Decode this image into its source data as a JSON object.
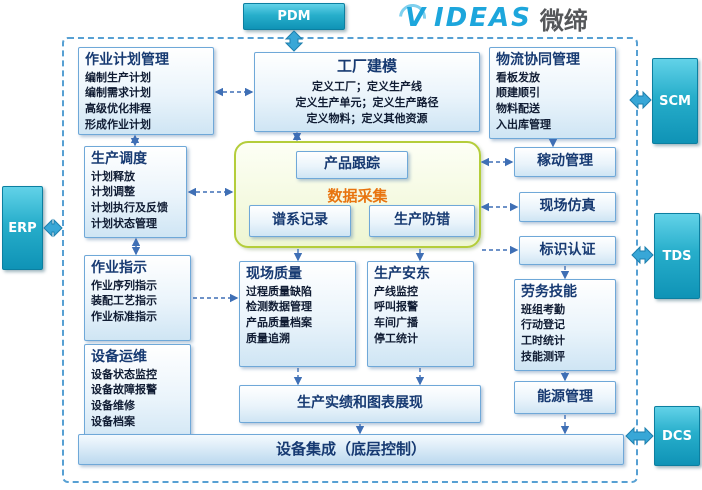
{
  "logo": {
    "brand": "VIDEAS",
    "brand_cn": "微缔"
  },
  "external": {
    "pdm": "PDM",
    "erp": "ERP",
    "scm": "SCM",
    "tds": "TDS",
    "dcs": "DCS"
  },
  "modules": {
    "job_planning": {
      "title": "作业计划管理",
      "items": [
        "编制生产计划",
        "编制需求计划",
        "高级优化排程",
        "形成作业计划"
      ]
    },
    "factory_modeling": {
      "title": "工厂建模",
      "lines": [
        "定义工厂；定义生产线",
        "定义生产单元；定义生产路径",
        "定义物料；定义其他资源"
      ]
    },
    "logistics": {
      "title": "物流协同管理",
      "items": [
        "看板发放",
        "顺建顺引",
        "物料配送",
        "入出库管理"
      ]
    },
    "scheduling": {
      "title": "生产调度",
      "items": [
        "计划释放",
        "计划调整",
        "计划执行及反馈",
        "计划状态管理"
      ]
    },
    "data_collection": {
      "label": "数据采集",
      "product_tracking": "产品跟踪",
      "genealogy": "谱系记录",
      "error_proofing": "生产防错"
    },
    "utilization": {
      "title": "稼动管理"
    },
    "simulation": {
      "title": "现场仿真"
    },
    "identification": {
      "title": "标识认证"
    },
    "job_instruction": {
      "title": "作业指示",
      "items": [
        "作业序列指示",
        "装配工艺指示",
        "作业标准指示"
      ]
    },
    "quality": {
      "title": "现场质量",
      "items": [
        "过程质量缺陷",
        "检测数据管理",
        "产品质量档案",
        "质量追溯"
      ]
    },
    "andon": {
      "title": "生产安东",
      "items": [
        "产线监控",
        "呼叫报警",
        "车间广播",
        "停工统计"
      ]
    },
    "labor": {
      "title": "劳务技能",
      "items": [
        "班组考勤",
        "行动登记",
        "工时统计",
        "技能测评"
      ]
    },
    "equipment": {
      "title": "设备运维",
      "items": [
        "设备状态监控",
        "设备故障报警",
        "设备维修",
        "设备档案"
      ]
    },
    "performance": {
      "title": "生产实绩和图表展现"
    },
    "energy": {
      "title": "能源管理"
    },
    "integration": {
      "title": "设备集成（底层控制）"
    }
  },
  "colors": {
    "teal": "#18a7c9",
    "box_border": "#6fa8d8",
    "green_border": "#b4cd3a",
    "orange_accent": "#e8740f",
    "dashed_blue": "#3f6fb5",
    "title_navy": "#173a72"
  }
}
